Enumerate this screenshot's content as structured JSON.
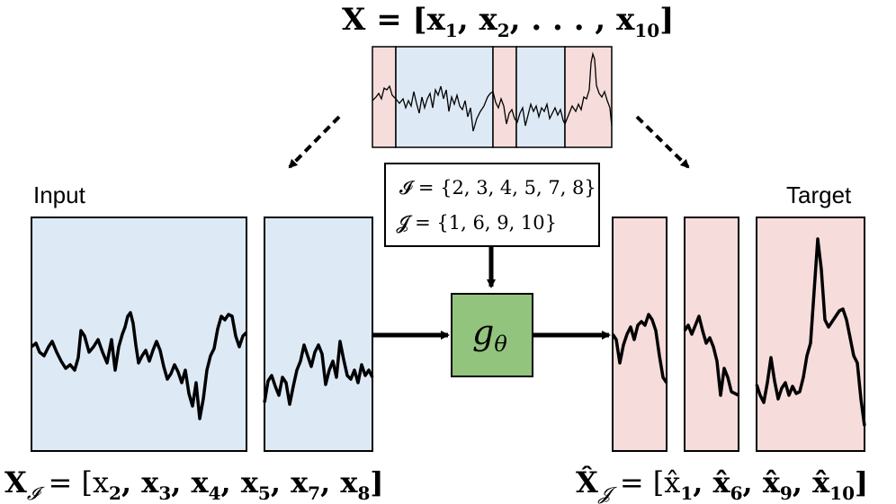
{
  "title_formula": {
    "main": "X = [x",
    "sub1": "1",
    "mid": ", x",
    "sub2": "2",
    "tail": ", . . . , x",
    "sub3": "10",
    "close": "]"
  },
  "labels": {
    "input": "Input",
    "target": "Target"
  },
  "index_box": {
    "line1": "𝓘 = {2, 3, 4, 5, 7, 8}",
    "line2": "𝓙 = {1, 6, 9, 10}"
  },
  "model": {
    "name": "g",
    "sub": "θ"
  },
  "bottom_left": {
    "head": "X",
    "sub": "𝓘",
    "body": " = [x",
    "items": [
      "2",
      "3",
      "4",
      "5",
      "7",
      "8"
    ]
  },
  "bottom_right": {
    "head": "X̂",
    "sub": "𝓙",
    "body": " = [x̂",
    "items": [
      "1",
      "6",
      "9",
      "10"
    ]
  },
  "colors": {
    "input_fill": "#ddeaf6",
    "target_fill": "#f7dcdc",
    "model_fill": "#93c47d",
    "stroke": "#000000"
  }
}
